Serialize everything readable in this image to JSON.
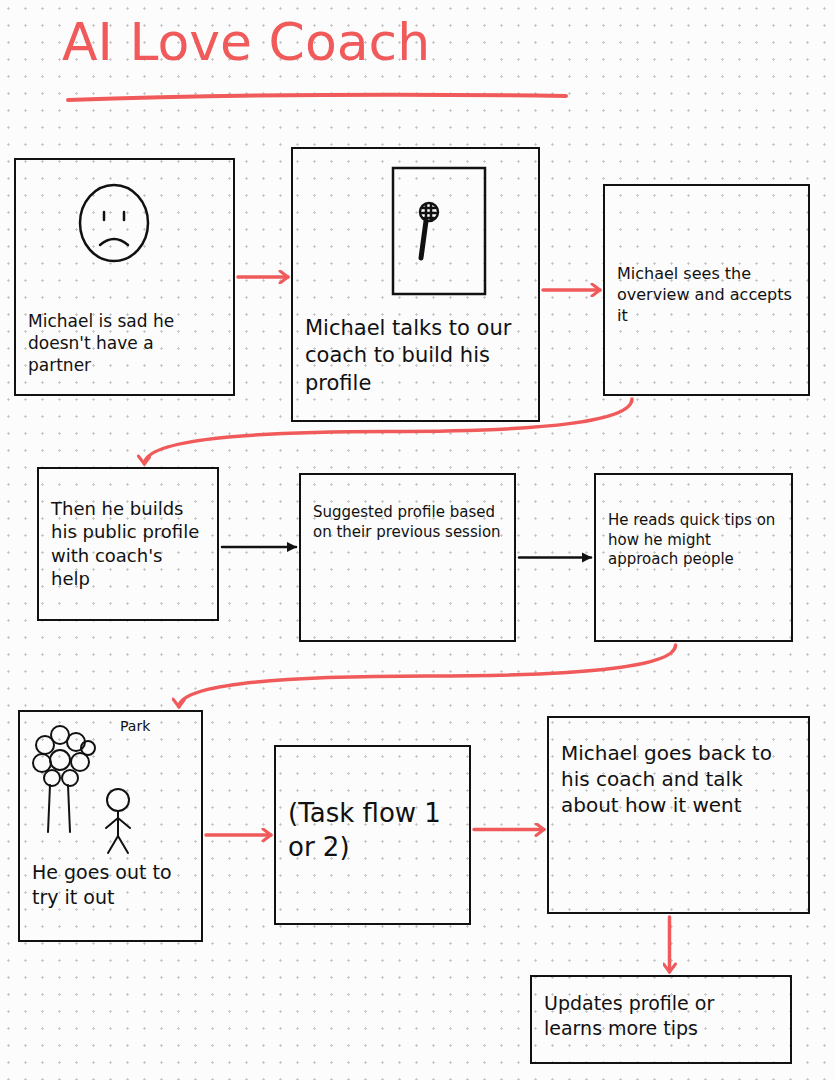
{
  "diagram": {
    "title": "AI Love Coach",
    "nodes": [
      {
        "text": [
          "Michael is sad he doesn't have a partner"
        ]
      },
      {
        "text": [
          "Michael talks to our coach to build his profile"
        ]
      },
      {
        "text": [
          "Michael sees the overview and accepts it"
        ]
      },
      {
        "text": [
          "Then he builds his public profile with coach's help"
        ]
      },
      {
        "text": [
          "Suggested profile based on their previous session"
        ]
      },
      {
        "text": [
          "He reads quick tips on how he might approach people"
        ]
      },
      {
        "text": [
          "He goes out to try it out"
        ]
      },
      {
        "text": [
          "(Task flow 1 or 2)"
        ]
      },
      {
        "text": [
          "Michael goes back to his coach and talk about how it went"
        ]
      },
      {
        "text": [
          "Updates profile or learns more tips"
        ]
      }
    ],
    "edges": [
      {
        "from": 0,
        "to": 1,
        "arrow": "to"
      },
      {
        "from": 1,
        "to": 2,
        "arrow": "to"
      },
      {
        "from": 2,
        "to": 3,
        "arrow": "to"
      },
      {
        "from": 3,
        "to": 4,
        "arrow": "to"
      },
      {
        "from": 4,
        "to": 5,
        "arrow": "to"
      },
      {
        "from": 5,
        "to": 6,
        "arrow": "to"
      },
      {
        "from": 6,
        "to": 7,
        "arrow": "to"
      },
      {
        "from": 7,
        "to": 8,
        "arrow": "to"
      },
      {
        "from": 8,
        "to": 9,
        "arrow": "to"
      }
    ],
    "labels": [
      "Park"
    ]
  }
}
